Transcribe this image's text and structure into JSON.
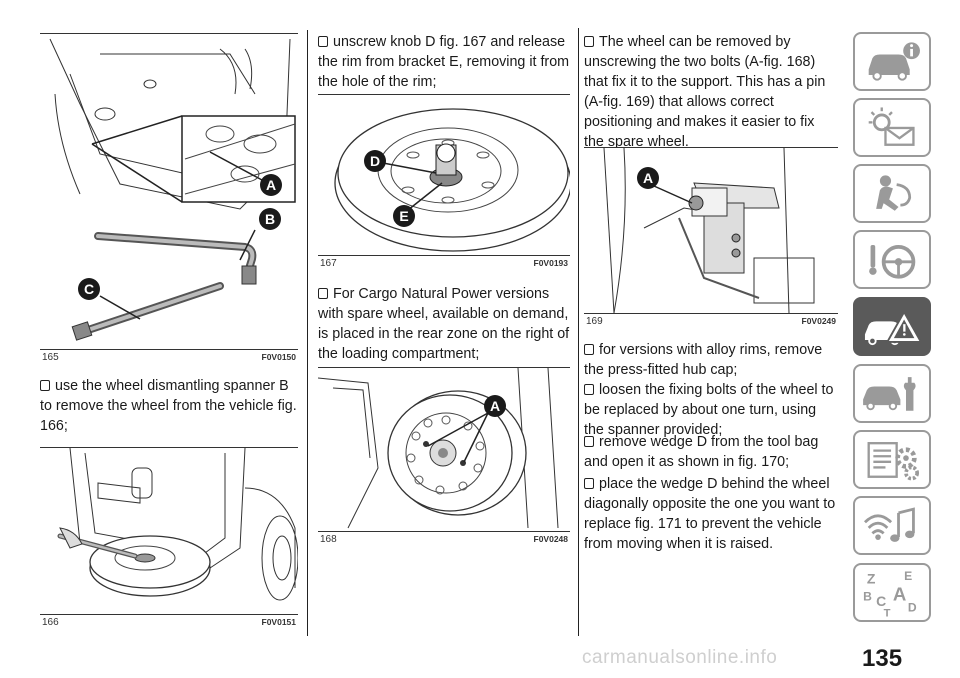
{
  "column1": {
    "fig165": {
      "number": "165",
      "code": "F0V0150",
      "label_a": "A",
      "label_b": "B",
      "label_c": "C"
    },
    "para1": "use the wheel dismantling spanner B to remove the wheel from the vehicle fig. 166;",
    "fig166": {
      "number": "166",
      "code": "F0V0151"
    }
  },
  "column2": {
    "para1": "unscrew knob D fig. 167 and release the rim from bracket E, removing it from the hole of the rim;",
    "fig167": {
      "number": "167",
      "code": "F0V0193",
      "label_d": "D",
      "label_e": "E"
    },
    "para2": "For Cargo Natural Power versions with spare wheel, available on demand, is placed in the rear zone on the right of the loading compartment;",
    "fig168": {
      "number": "168",
      "code": "F0V0248",
      "label_a": "A"
    }
  },
  "column3": {
    "para1": "The wheel can be removed by unscrewing the two bolts (A-fig. 168) that fix it to the support. This has a pin (A-fig. 169) that allows correct positioning and makes it easier to fix the spare wheel.",
    "fig169": {
      "number": "169",
      "code": "F0V0249",
      "label_a": "A"
    },
    "para2": "for versions with alloy rims, remove the press-fitted hub cap;",
    "para3": "loosen the fixing bolts of the wheel to be replaced by about one turn, using the spanner provided;",
    "para4": "remove wedge D from the tool bag and open it as shown in fig. 170;",
    "para5": "place the wedge D behind the wheel diagonally opposite the one you want to replace fig. 171 to prevent the vehicle from moving when it is raised."
  },
  "sidebar": {
    "tabs": [
      {
        "icon": "car-info-icon",
        "active": false
      },
      {
        "icon": "warning-lights-icon",
        "active": false
      },
      {
        "icon": "safety-airbag-icon",
        "active": false
      },
      {
        "icon": "steering-wheel-icon",
        "active": false
      },
      {
        "icon": "emergency-icon",
        "active": true
      },
      {
        "icon": "car-maintenance-icon",
        "active": false
      },
      {
        "icon": "technical-data-icon",
        "active": false
      },
      {
        "icon": "multimedia-icon",
        "active": false
      },
      {
        "icon": "index-icon",
        "active": false,
        "letters": [
          "Z",
          "E",
          "B",
          "A",
          "C",
          "T",
          "D"
        ]
      }
    ]
  },
  "page_number": "135",
  "watermark": "carmanualsonline.info",
  "colors": {
    "tab_border": "#9a9a9a",
    "tab_active": "#5a5a5a",
    "text": "#1a1a1a"
  }
}
